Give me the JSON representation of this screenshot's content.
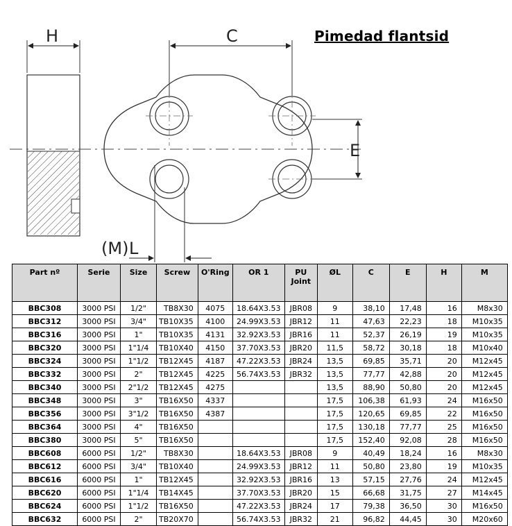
{
  "title": "Pimedad flantsid",
  "drawing": {
    "dim_H": "H",
    "dim_C": "C",
    "dim_E": "E",
    "dim_M": "(M)",
    "dim_L": "L"
  },
  "table": {
    "headers": [
      "Part nº",
      "Serie",
      "Size",
      "Screw",
      "O'Ring",
      "OR 1",
      "PU Joint",
      "ØL",
      "C",
      "E",
      "H",
      "M"
    ],
    "rows": [
      [
        "BBC308",
        "3000 PSI",
        "1/2\"",
        "TB8X30",
        "4075",
        "18.64X3.53",
        "JBR08",
        "9",
        "38,10",
        "17,48",
        "16",
        "M8x30"
      ],
      [
        "BBC312",
        "3000 PSI",
        "3/4\"",
        "TB10X35",
        "4100",
        "24.99X3.53",
        "JBR12",
        "11",
        "47,63",
        "22,23",
        "18",
        "M10x35"
      ],
      [
        "BBC316",
        "3000 PSI",
        "1\"",
        "TB10X35",
        "4131",
        "32.92X3.53",
        "JBR16",
        "11",
        "52,37",
        "26,19",
        "19",
        "M10x35"
      ],
      [
        "BBC320",
        "3000 PSI",
        "1\"1/4",
        "TB10X40",
        "4150",
        "37.70X3.53",
        "JBR20",
        "11,5",
        "58,72",
        "30,18",
        "18",
        "M10x40"
      ],
      [
        "BBC324",
        "3000 PSI",
        "1\"1/2",
        "TB12X45",
        "4187",
        "47.22X3.53",
        "JBR24",
        "13,5",
        "69,85",
        "35,71",
        "20",
        "M12x45"
      ],
      [
        "BBC332",
        "3000 PSI",
        "2\"",
        "TB12X45",
        "4225",
        "56.74X3.53",
        "JBR32",
        "13,5",
        "77,77",
        "42,88",
        "20",
        "M12x45"
      ],
      [
        "BBC340",
        "3000 PSI",
        "2\"1/2",
        "TB12X45",
        "4275",
        "",
        "",
        "13,5",
        "88,90",
        "50,80",
        "20",
        "M12x45"
      ],
      [
        "BBC348",
        "3000 PSI",
        "3\"",
        "TB16X50",
        "4337",
        "",
        "",
        "17,5",
        "106,38",
        "61,93",
        "24",
        "M16x50"
      ],
      [
        "BBC356",
        "3000 PSI",
        "3\"1/2",
        "TB16X50",
        "4387",
        "",
        "",
        "17,5",
        "120,65",
        "69,85",
        "22",
        "M16x50"
      ],
      [
        "BBC364",
        "3000 PSI",
        "4\"",
        "TB16X50",
        "",
        "",
        "",
        "17,5",
        "130,18",
        "77,77",
        "25",
        "M16x50"
      ],
      [
        "BBC380",
        "3000 PSI",
        "5\"",
        "TB16X50",
        "",
        "",
        "",
        "17,5",
        "152,40",
        "92,08",
        "28",
        "M16x50"
      ],
      [
        "BBC608",
        "6000 PSI",
        "1/2\"",
        "TB8X30",
        "",
        "18.64X3.53",
        "JBR08",
        "9",
        "40,49",
        "18,24",
        "16",
        "M8x30"
      ],
      [
        "BBC612",
        "6000 PSI",
        "3/4\"",
        "TB10X40",
        "",
        "24.99X3.53",
        "JBR12",
        "11",
        "50,80",
        "23,80",
        "19",
        "M10x35"
      ],
      [
        "BBC616",
        "6000 PSI",
        "1\"",
        "TB12X45",
        "",
        "32.92X3.53",
        "JBR16",
        "13",
        "57,15",
        "27,76",
        "24",
        "M12x45"
      ],
      [
        "BBC620",
        "6000 PSI",
        "1\"1/4",
        "TB14X45",
        "",
        "37.70X3.53",
        "JBR20",
        "15",
        "66,68",
        "31,75",
        "27",
        "M14x45"
      ],
      [
        "BBC624",
        "6000 PSI",
        "1\"1/2",
        "TB16X50",
        "",
        "47.22X3.53",
        "JBR24",
        "17",
        "79,38",
        "36,50",
        "30",
        "M16x50"
      ],
      [
        "BBC632",
        "6000 PSI",
        "2\"",
        "TB20X70",
        "",
        "56.74X3.53",
        "JBR32",
        "21",
        "96,82",
        "44,45",
        "30",
        "M20x60"
      ]
    ]
  }
}
